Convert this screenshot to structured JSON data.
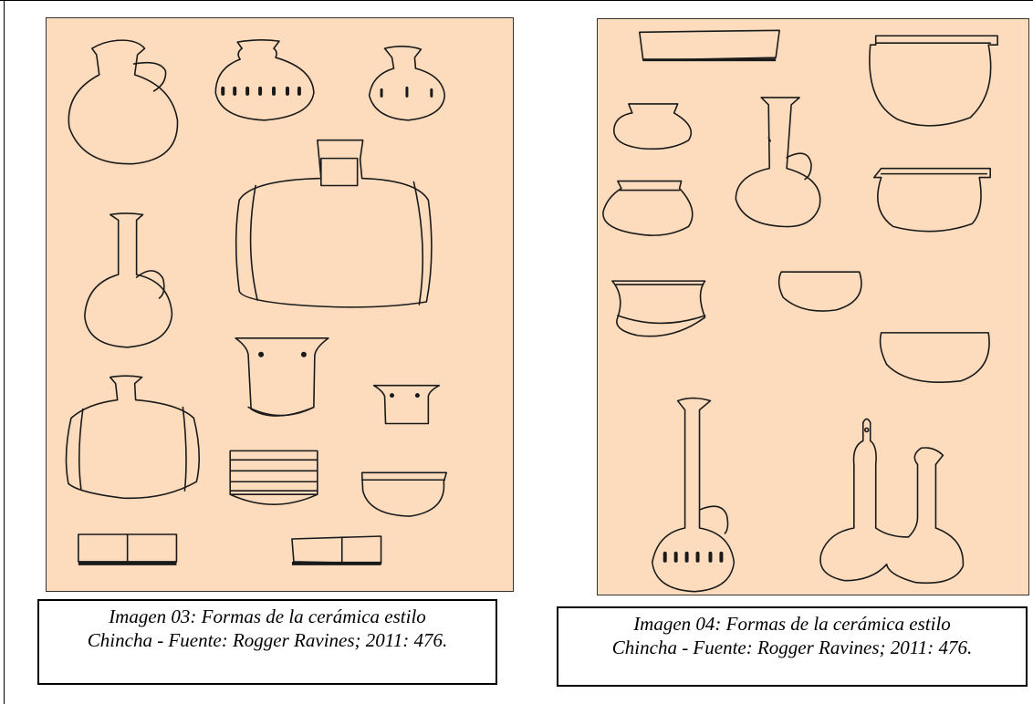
{
  "figures": [
    {
      "id": "imagen-03",
      "caption_line1": "Imagen 03: Formas de la cerámica estilo",
      "caption_line2": "Chincha - Fuente: Rogger Ravines; 2011: 476."
    },
    {
      "id": "imagen-04",
      "caption_line1": "Imagen 04: Formas de la cerámica estilo",
      "caption_line2": "Chincha - Fuente: Rogger Ravines; 2011: 476."
    }
  ],
  "colors": {
    "plate_background": "#fcdcbd",
    "line_art": "#1a1a1a",
    "caption_background": "#ffffff"
  }
}
